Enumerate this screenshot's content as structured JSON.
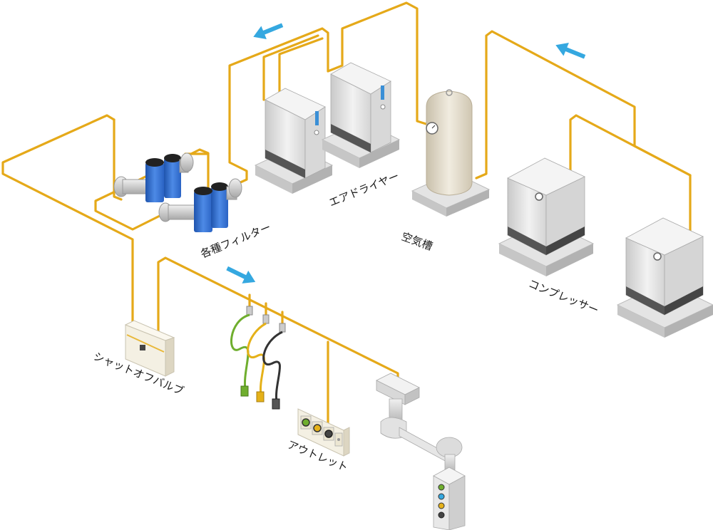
{
  "colors": {
    "pipe": "#E5A919",
    "flow_arrow": "#35A8E0",
    "filter_body": "#2F6FD0",
    "unit_light": "#E8E8E8",
    "unit_shadow": "#BDBDBD",
    "unit_dark": "#4A4A4A",
    "tank": "#E3DCCD",
    "hose_green": "#6FAE2E",
    "hose_yellow": "#E5B119",
    "hose_black": "#333333"
  },
  "labels": {
    "filters": "各種フィルター",
    "air_dryer": "エアドライヤー",
    "air_tank": "空気槽",
    "compressor": "コンプレッサー",
    "shutoff_valve": "シャットオフバルブ",
    "outlet": "アウトレット"
  },
  "icons": {
    "flow_arrow": "arrow-icon",
    "gauge": "pressure-gauge-icon"
  }
}
